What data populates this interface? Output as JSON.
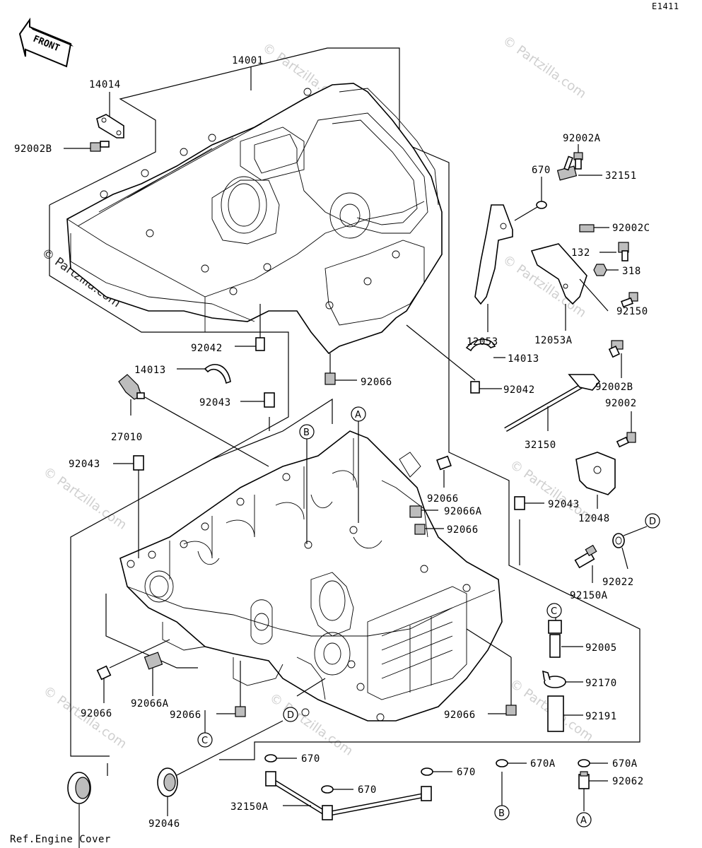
{
  "diagram_code": "E1411",
  "front_label": "FRONT",
  "reference_note": "Ref.Engine Cover",
  "watermark": "© Partzilla.com",
  "callouts": {
    "A": "A",
    "B": "B",
    "C": "C",
    "D": "D"
  },
  "parts": {
    "p14001": "14001",
    "p14014": "14014",
    "p92002B_top": "92002B",
    "p670_a": "670",
    "p92002A": "92002A",
    "p32151": "32151",
    "p92002C": "92002C",
    "p132": "132",
    "p318": "318",
    "p12053": "12053",
    "p12053A": "12053A",
    "p92150": "92150",
    "p92042_a": "92042",
    "p14013_a": "14013",
    "p14013_b": "14013",
    "p92066_a": "92066",
    "p92042_b": "92042",
    "p92002B_b": "92002B",
    "p92043_a": "92043",
    "p27010": "27010",
    "p92002": "92002",
    "p32150": "32150",
    "p92043_b": "92043",
    "p92066_b": "92066",
    "p92066A_a": "92066A",
    "p92066_c": "92066",
    "p92043_c": "92043",
    "p12048": "12048",
    "p92150A": "92150A",
    "p92022": "92022",
    "p92005": "92005",
    "p92170": "92170",
    "p92191": "92191",
    "p92066_d": "92066",
    "p92066A_b": "92066A",
    "p92066_e": "92066",
    "p92066_f": "92066",
    "p670_b": "670",
    "p670_c": "670",
    "p670_d": "670",
    "p670A_a": "670A",
    "p670A_b": "670A",
    "p92062": "92062",
    "p32150A": "32150A",
    "p92046": "92046"
  }
}
